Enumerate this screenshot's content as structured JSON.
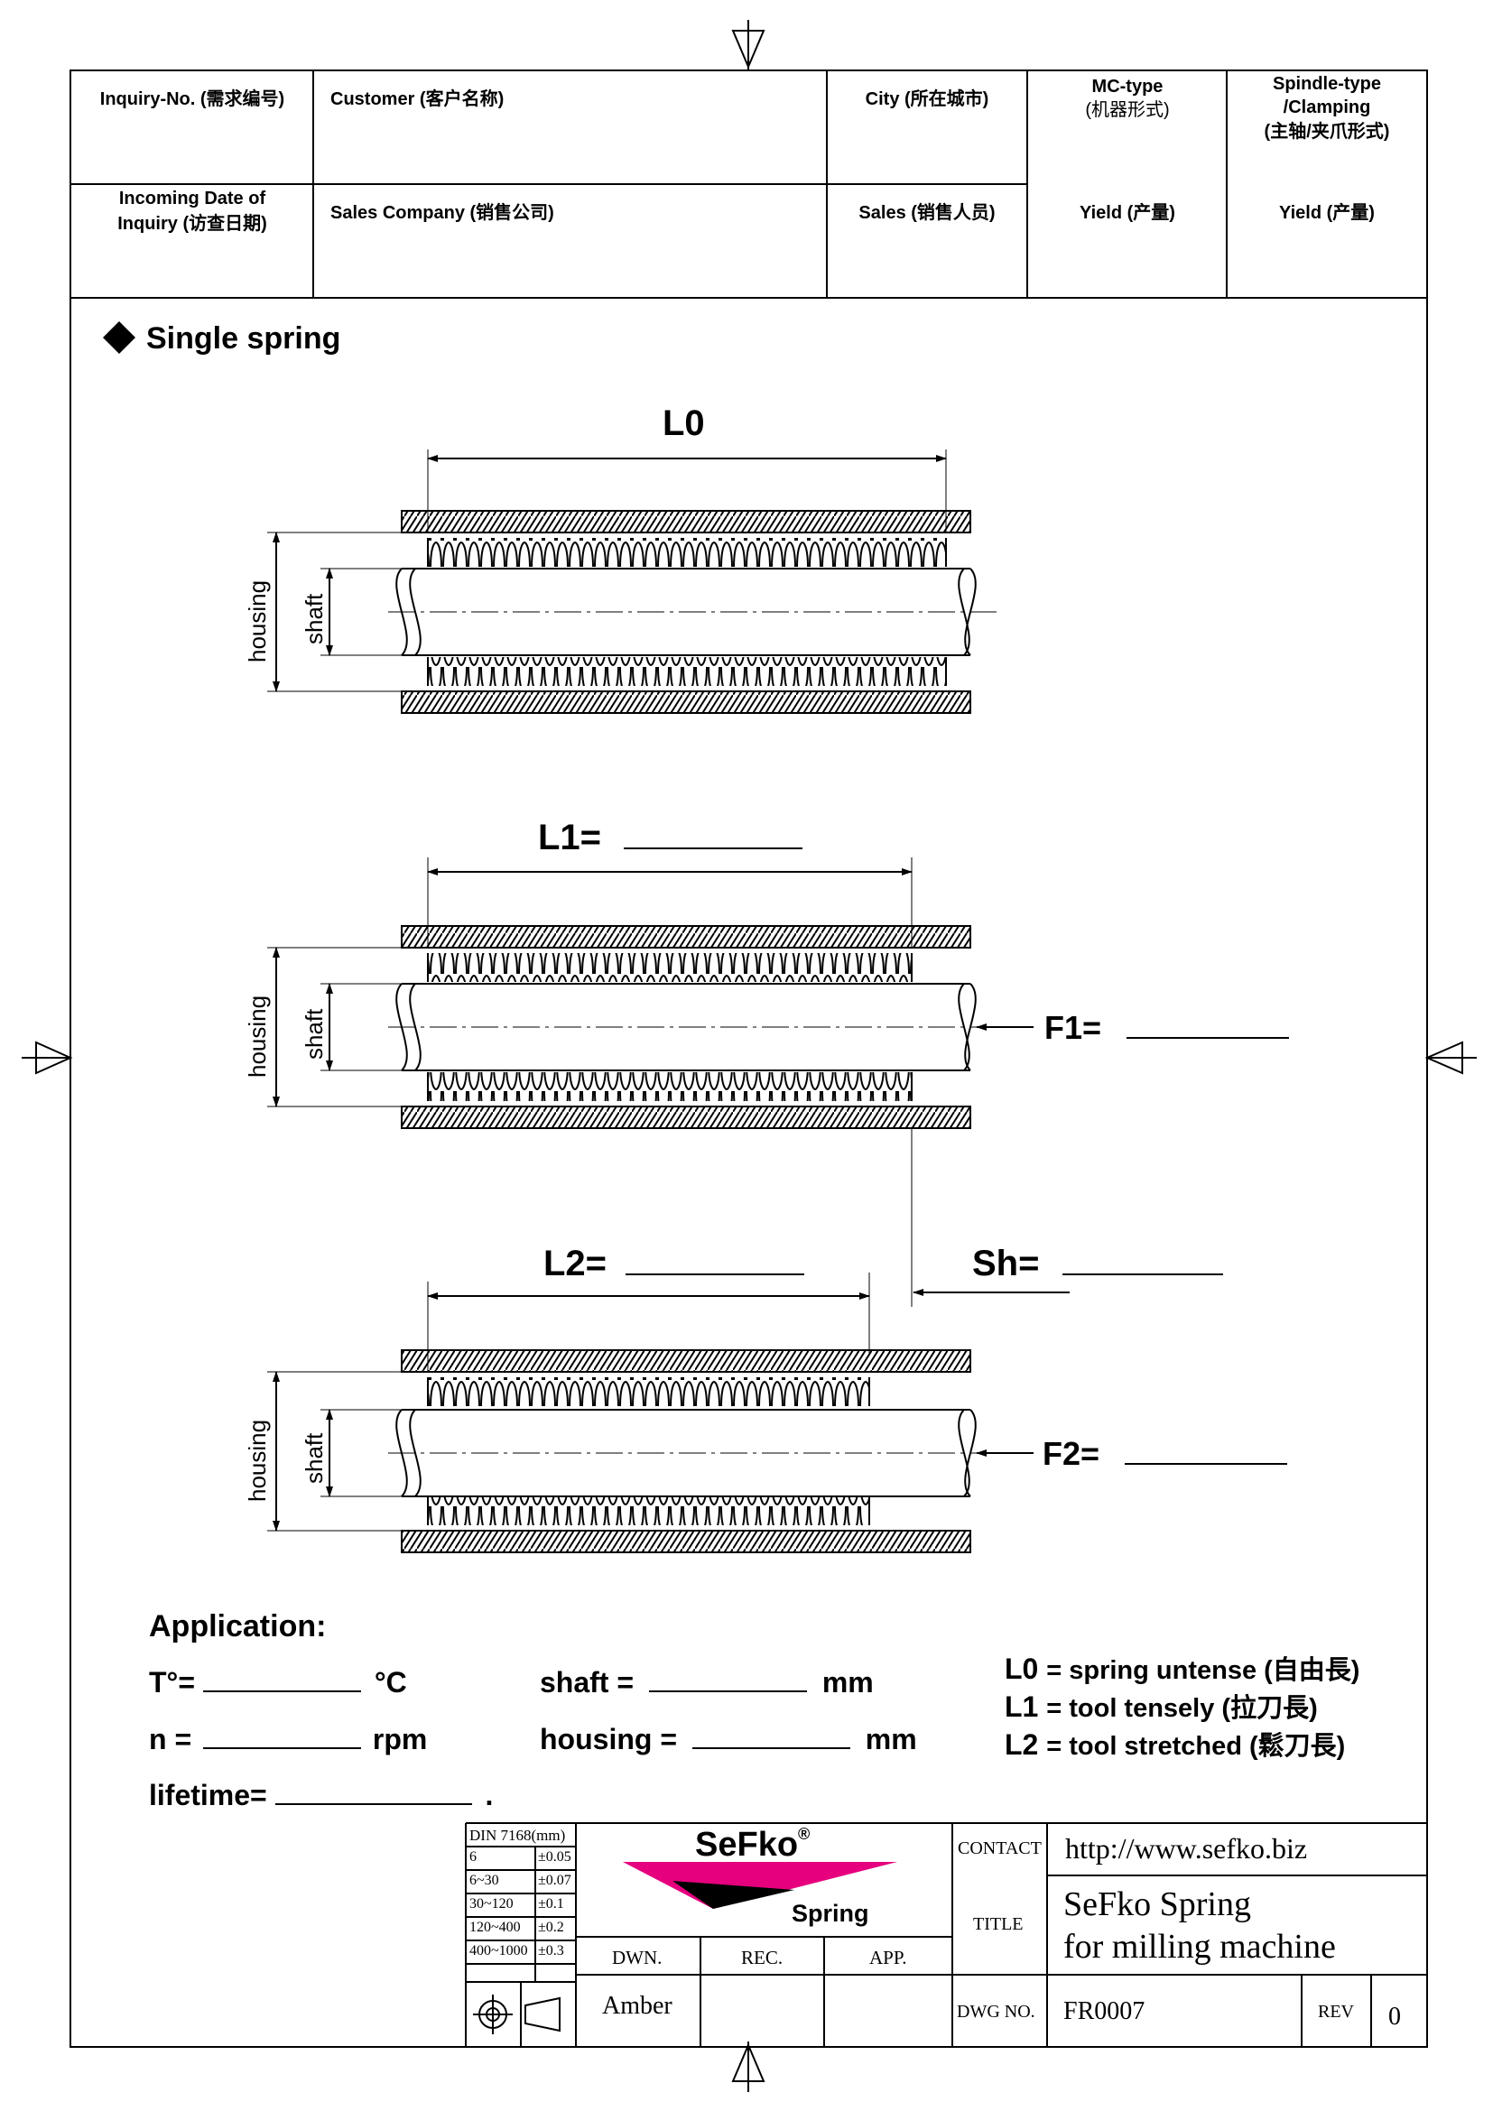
{
  "header": {
    "inquiry_no": "Inquiry-No. (需求编号)",
    "customer": "Customer (客户名称)",
    "city": "City (所在城市)",
    "mc_type_1": "MC-type",
    "mc_type_2": "(机器形式)",
    "spindle_1": "Spindle-type",
    "spindle_2": "/Clamping",
    "spindle_3": "(主轴/夹爪形式)",
    "incoming_1": "Incoming Date of",
    "incoming_2": "Inquiry (访查日期)",
    "sales_company": "Sales Company (销售公司)",
    "sales": "Sales (销售人员)",
    "yield_1": "Yield (产量)",
    "yield_2": "Yield (产量)"
  },
  "section_title": "Single spring",
  "diagram": {
    "l0": "L0",
    "l1": "L1=",
    "l2": "L2=",
    "f1": "F1=",
    "f2": "F2=",
    "sh": "Sh=",
    "housing": "housing",
    "shaft": "shaft"
  },
  "application": {
    "title": "Application:",
    "temp_label": "T°=",
    "temp_unit": "°C",
    "shaft_label": "shaft =",
    "shaft_unit": "mm",
    "n_label": "n =",
    "n_unit": "rpm",
    "housing_label": "housing =",
    "housing_unit": "mm",
    "lifetime_label": "lifetime=",
    "lifetime_end": "."
  },
  "legend": {
    "l0_key": "L0",
    "l0_text": "= spring untense (自由長)",
    "l1_key": "L1",
    "l1_text": "= tool tensely (拉刀長)",
    "l2_key": "L2",
    "l2_text": "= tool stretched (鬆刀長)"
  },
  "title_block": {
    "din_header": "DIN 7168(mm)",
    "tolerances": [
      {
        "range": "6",
        "tol": "±0.05"
      },
      {
        "range": "6~30",
        "tol": "±0.07"
      },
      {
        "range": "30~120",
        "tol": "±0.1"
      },
      {
        "range": "120~400",
        "tol": "±0.2"
      },
      {
        "range": "400~1000",
        "tol": "±0.3"
      }
    ],
    "logo_name": "SeFko",
    "logo_reg": "®",
    "logo_sub": "Spring",
    "dwn_label": "DWN.",
    "rec_label": "REC.",
    "app_label": "APP.",
    "dwn_value": "Amber",
    "contact_label": "CONTACT",
    "contact_value": "http://www.sefko.biz",
    "title_label": "TITLE",
    "title_line1": "SeFko Spring",
    "title_line2": "for milling machine",
    "dwg_label": "DWG NO.",
    "dwg_value": "FR0007",
    "rev_label": "REV",
    "rev_value": "0"
  },
  "colors": {
    "logo_magenta": "#e6007e",
    "ink": "#000000"
  }
}
